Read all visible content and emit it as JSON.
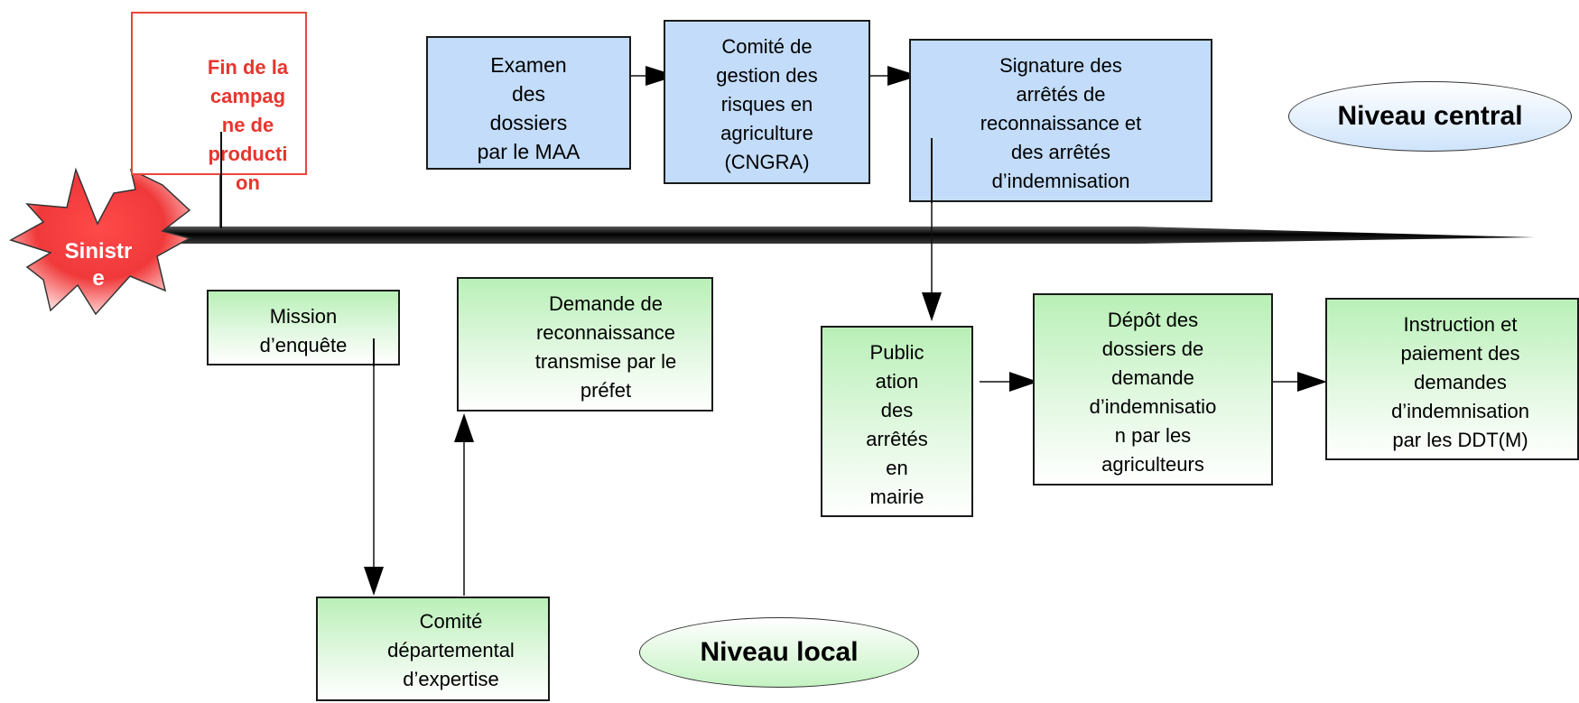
{
  "event": {
    "start": "Sinistre",
    "end": "Fin de la campagne de production"
  },
  "levels": {
    "central": "Niveau central",
    "local": "Niveau local"
  },
  "central_steps": {
    "examen": "Examen des dossiers par le MAA",
    "cngra": "Comité de gestion des risques en agriculture (CNGRA)",
    "signature": "Signature des arrêtés de reconnaissance et des arrêtés d’indemnisation"
  },
  "local_steps": {
    "mission": "Mission d’enquête",
    "comite": "Comité départemental d’expertise",
    "demande": "Demande de reconnaissance transmise par le préfet",
    "publication": "Publication des arrêtés en mairie",
    "depot": "Dépôt des dossiers de demande d’indemnisation par les agriculteurs",
    "instruction": "Instruction et paiement des demandes d’indemnisation par les DDT(M)"
  },
  "display": {
    "start_lines": "Sinistr\ne",
    "end_lines": "Fin de la\ncampag\nne de\nproducti\non",
    "examen_lines": "Examen\ndes\ndossiers\npar le MAA",
    "cngra_lines": "Comité de\ngestion des\nrisques en\nagriculture\n(CNGRA)",
    "signature_lines": "Signature des\narrêtés de\nreconnaissance et\ndes arrêtés\nd’indemnisation",
    "mission_lines": "Mission\nd’enquête",
    "comite_lines": "Comité\ndépartemental\nd’expertise",
    "demande_lines": "Demande de\nreconnaissance\ntransmise par le\npréfet",
    "publication_lines": "Public\nation\ndes\narrêtés\nen\nmairie",
    "depot_lines": "Dépôt des\ndossiers de\ndemande\nd’indemnisatio\nn par les\nagriculteurs",
    "instruction_lines": "Instruction et\npaiement des\ndemandes\nd’indemnisation\npar les DDT(M)"
  },
  "colors": {
    "central_box": "#c2dcf9",
    "local_box": "#b9f0b7",
    "event_red": "#e8352e",
    "timeline": "#111111"
  }
}
